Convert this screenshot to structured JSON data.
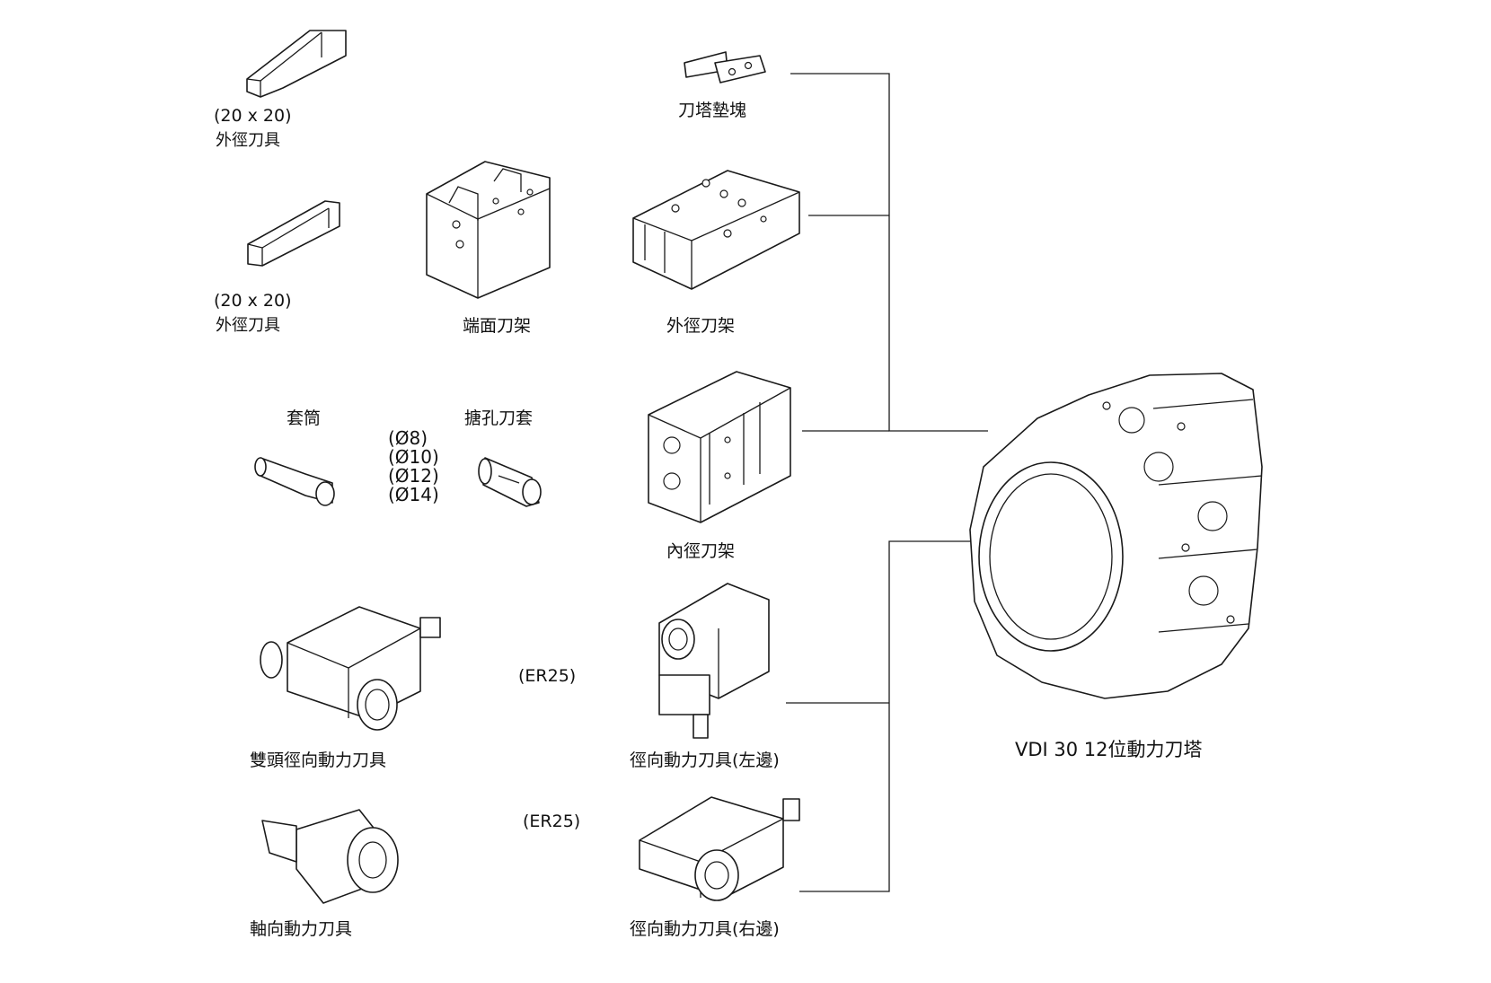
{
  "labels": {
    "turret_shim": "刀塔墊塊",
    "od_tool_1_size": "(20 x 20)",
    "od_tool_1_name": "外徑刀具",
    "od_tool_2_size": "(20 x 20)",
    "od_tool_2_name": "外徑刀具",
    "face_holder": "端面刀架",
    "od_holder": "外徑刀架",
    "sleeve": "套筒",
    "boring_sleeve": "搪孔刀套",
    "sleeve_sizes": [
      "(Ø8)",
      "(Ø10)",
      "(Ø12)",
      "(Ø14)"
    ],
    "id_holder": "內徑刀架",
    "double_radial_tool": "雙頭徑向動力刀具",
    "er_top": "(ER25)",
    "radial_left": "徑向動力刀具(左邊)",
    "axial_tool": "軸向動力刀具",
    "er_bottom": "(ER25)",
    "radial_right": "徑向動力刀具(右邊)",
    "turret": "VDI 30  12位動力刀塔"
  }
}
